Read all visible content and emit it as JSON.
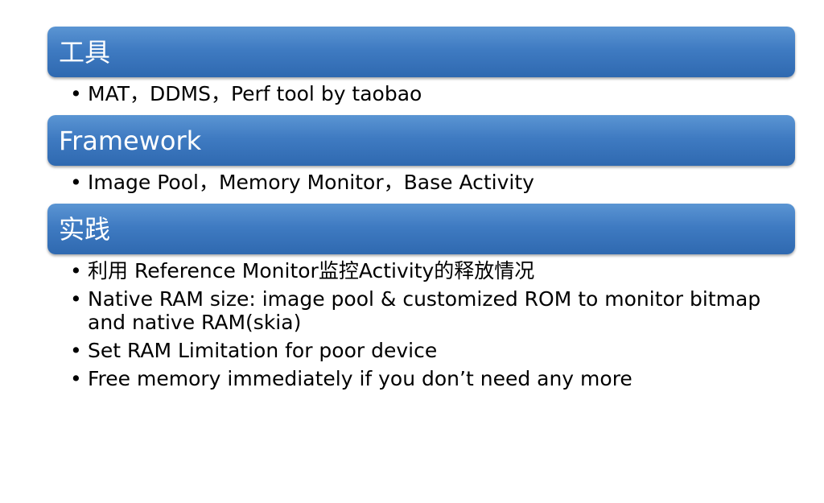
{
  "sections": [
    {
      "title": "工具",
      "bullets": [
        "MAT，DDMS，Perf tool by taobao"
      ]
    },
    {
      "title": "Framework",
      "bullets": [
        "Image Pool，Memory Monitor，Base Activity"
      ]
    },
    {
      "title": "实践",
      "bullets": [
        "利用 Reference Monitor监控Activity的释放情况",
        "Native RAM size: image pool & customized ROM to monitor bitmap and native RAM(skia)",
        "Set RAM Limitation for poor device",
        "Free memory immediately if you don’t need any more"
      ]
    }
  ],
  "colors": {
    "header_top": "#5b95d3",
    "header_bottom": "#2f69b0",
    "header_text": "#ffffff",
    "body_text": "#000000"
  }
}
